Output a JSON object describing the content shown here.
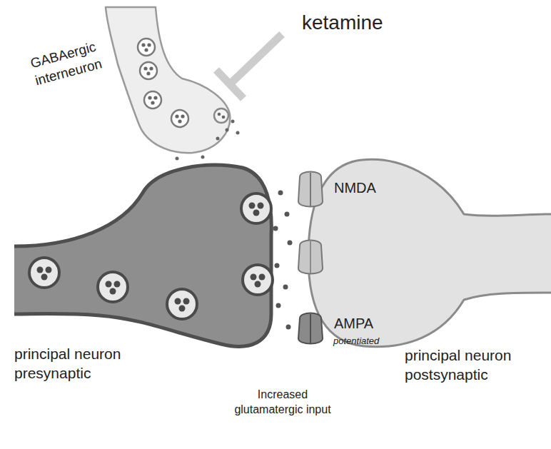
{
  "diagram": {
    "nodes": [
      {
        "text": [
          "GABAergic interneuron"
        ]
      },
      {
        "text": [
          "principal neuron presynaptic"
        ]
      },
      {
        "text": [
          "principal neuron postsynaptic"
        ]
      },
      {
        "text": [
          "NMDA"
        ],
        "in": 2
      },
      {
        "text": [
          "AMPA",
          "potentiated"
        ],
        "in": 2
      }
    ],
    "labels": [
      "ketamine",
      "Increased glutamatergic input"
    ]
  }
}
